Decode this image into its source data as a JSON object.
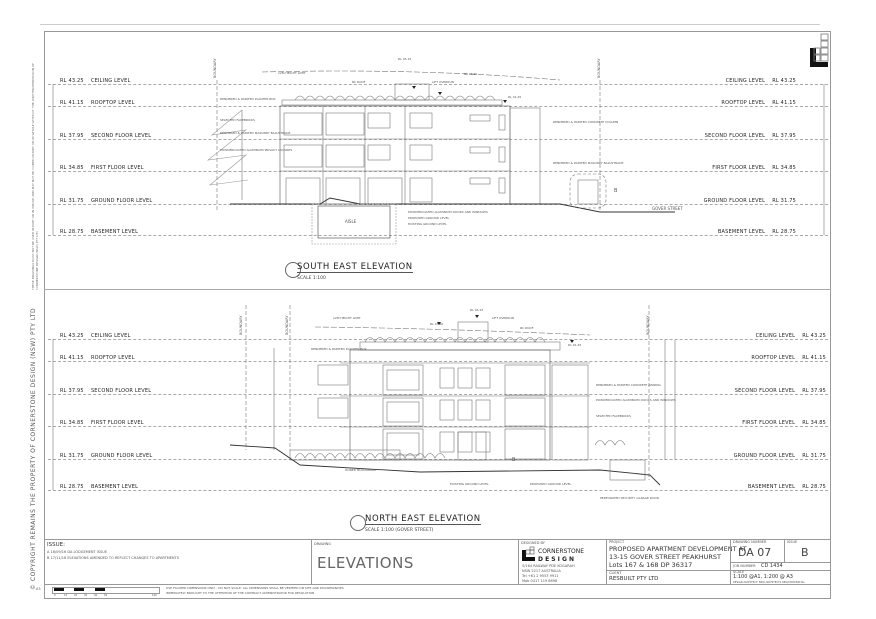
{
  "levels": [
    {
      "rl": "RL 43.25",
      "name": "CEILING LEVEL"
    },
    {
      "rl": "RL 41.15",
      "name": "ROOFTOP LEVEL"
    },
    {
      "rl": "RL 37.95",
      "name": "SECOND FLOOR LEVEL"
    },
    {
      "rl": "RL 34.85",
      "name": "FIRST FLOOR LEVEL"
    },
    {
      "rl": "RL 31.75",
      "name": "GROUND FLOOR LEVEL"
    },
    {
      "rl": "RL 28.75",
      "name": "BASEMENT LEVEL"
    }
  ],
  "south_east": {
    "title": "SOUTH EAST ELEVATION",
    "scale": "SCALE 1:100",
    "boundary": "BOUNDARY",
    "height_limit": "12M HEIGHT LIMIT",
    "rc_roof": "RC ROOF",
    "lift_overrun": "LIFT OVERRUN",
    "rl_top": "RL 45.15",
    "rl_mid": "RL 43.60",
    "rl_low": "RL 41.45",
    "street": "GOVER STREET",
    "aisle": "AISLE",
    "notes_left": [
      "RENDERED & PAINTED PLANTER BOX",
      "SELECTED FACEBRICKS",
      "RENDERED & PAINTED MASONRY BALUSTRADE",
      "POWDERCOATED ALUMINIUM PRIVACY LOUVRES"
    ],
    "notes_right": [
      "RENDERED & PAINTED CONCRETE COLUMN",
      "RENDERED & PAINTED MASONRY BALUSTRADE"
    ],
    "notes_bottom": [
      "POWDERCOATED ALUMINIUM DOORS AND WINDOWS",
      "PROPOSED GROUND LEVEL",
      "EXISTING GROUND LEVEL"
    ],
    "marker": "B"
  },
  "north_east": {
    "title": "NORTH EAST ELEVATION",
    "scale": "SCALE 1:100 (GOVER STREET)",
    "boundary": "BOUNDARY",
    "height_limit": "12M HEIGHT LIMIT",
    "rc_roof": "RC ROOF",
    "lift_overrun": "LIFT OVERRUN",
    "rl_top": "RL 45.15",
    "rl_mid": "RL 43.60",
    "rl_low": "RL 41.45",
    "notes_left": [
      "RENDERED & PAINTED PLANTER BOX",
      "HONED BLOCKWORK"
    ],
    "notes_right": [
      "RENDERED & PAINTED CONCRETE AWNING",
      "POWDERCOATED ALUMINIUM DOORS AND WINDOWS",
      "SELECTED FACEBRICKS"
    ],
    "notes_bottom": [
      "EXISTING GROUND LEVEL",
      "PROPOSED GROUND LEVEL",
      "PERFORATED SECURITY GARAGE DOOR"
    ],
    "marker": "B"
  },
  "title_block": {
    "issue_label": "ISSUE:",
    "issues": [
      "A  16/09/16  DA LODGEMENT ISSUE",
      "B  17/11/16  ELEVATIONS AMENDED TO REFLECT CHANGES TO APARTMENTS"
    ],
    "drawing_label": "DRAWING",
    "drawing_title": "ELEVATIONS",
    "designed_by_label": "DESIGNED BY",
    "firm_name_1": "CORNERSTONE",
    "firm_name_2": "D E S I G N",
    "firm_address": "5/164 RAILWAY PDE KOGARAH",
    "firm_state": "NSW 2217 AUSTRALIA",
    "firm_tel": "Tel  +61 2 9553 9911",
    "firm_mob": "Mob  0417 119 8898",
    "project_label": "PROJECT",
    "project_line1": "PROPOSED APARTMENT DEVELOPMENT AT",
    "project_line2": "13-15 GOVER STREET PEAKHURST",
    "project_line3": "Lots 167 & 168 DP 36317",
    "client_label": "CLIENT",
    "client": "RESBUILT PTY LTD",
    "drawing_number_label": "DRAWING NUMBER",
    "drawing_number": "DA 07",
    "issue_col_label": "ISSUE",
    "issue_letter": "B",
    "job_number_label": "JOB NUMBER",
    "job_number": "CD 1434",
    "scale_label": "SCALE",
    "scale": "1:100 @A1, 1:200 @ A3",
    "registration": "DESIGN ARCHITECT: NSW ARCHITECTS REGISTRATION No.",
    "disclaimer_1": "USE FIGURED DIMENSIONS ONLY - DO NOT SCALE.  ALL DIMENSIONS SHALL BE VERIFIED ON SITE AND DISCREPANCIES",
    "disclaimer_2": "IMMEDIATELY BROUGHT TO THE ATTENTION OF THE CONTRACT ADMINISTRATOR FOR RESOLUTION",
    "scale_bar_ticks": [
      "0",
      "10",
      "20",
      "30",
      "40",
      "50",
      "100"
    ]
  },
  "copyright": "COPYRIGHT REMAINS THE PROPERTY OF CORNERSTONE DESIGN (NSW) PTY LTD",
  "copyright_note": "THESE DRAWINGS MUST NOT BE USED IN PART OR IN WHOLE AND MAY NOT BE COPIED IN PART OR IN WHOLE WITHOUT THE WRITTEN PERMISSION OF CORNERSTONE DESIGN (NSW) PTY LTD",
  "sheet_size": "A3"
}
